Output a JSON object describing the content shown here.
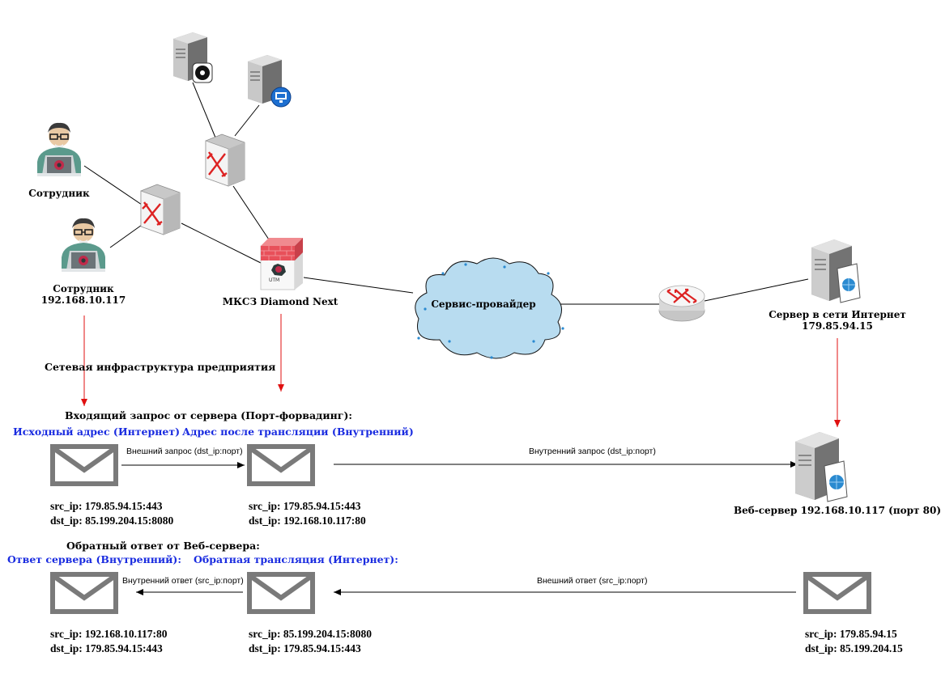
{
  "nodes": {
    "employee1": "Сотрудник",
    "employee2_name": "Сотрудник",
    "employee2_ip": "192.168.10.117",
    "firewall_badge": "UTM",
    "firewall_label": "МКСЗ Diamond Next",
    "cloud_label": "Сервис-провайдер",
    "internet_server_name": "Сервер в сети Интернет",
    "internet_server_ip": "179.85.94.15",
    "web_server": "Веб-сервер 192.168.10.117 (порт 80)"
  },
  "infra_label": "Сетевая инфраструктура предприятия",
  "incoming": {
    "heading": "Входящий запрос от сервера (Порт-форвадинг):",
    "source_title": "Исходный адрес (Интернет)",
    "translated_title": "Адрес после трансляции (Внутренний)",
    "arrow1_label": "Внешний запрос (dst_ip:порт)",
    "arrow2_label": "Внутренний запрос (dst_ip:порт)",
    "msg1": {
      "src": "src_ip: 179.85.94.15:443",
      "dst": "dst_ip: 85.199.204.15:8080"
    },
    "msg2": {
      "src": "src_ip: 179.85.94.15:443",
      "dst": "dst_ip: 192.168.10.117:80"
    }
  },
  "outgoing": {
    "heading": "Обратный ответ от Веб-сервера:",
    "reply_title": "Ответ сервера (Внутренний):",
    "reverse_title": "Обратная трансляция (Интернет):",
    "arrow1_label": "Внутренний ответ (src_ip:порт)",
    "arrow2_label": "Внешний ответ (src_ip:порт)",
    "msg1": {
      "src": "src_ip: 192.168.10.117:80",
      "dst": "dst_ip: 179.85.94.15:443"
    },
    "msg2": {
      "src": "src_ip: 85.199.204.15:8080",
      "dst": "dst_ip: 179.85.94.15:443"
    },
    "msg3": {
      "src": "src_ip: 179.85.94.15",
      "dst": "dst_ip: 85.199.204.15"
    }
  },
  "colors": {
    "link": "#000000",
    "red_arrow": "#e01010",
    "blue_text": "#1a2ce0",
    "cloud_fill": "#b8dcf0",
    "firewall_red": "#e8505a",
    "envelope": "#7a7a7a"
  }
}
